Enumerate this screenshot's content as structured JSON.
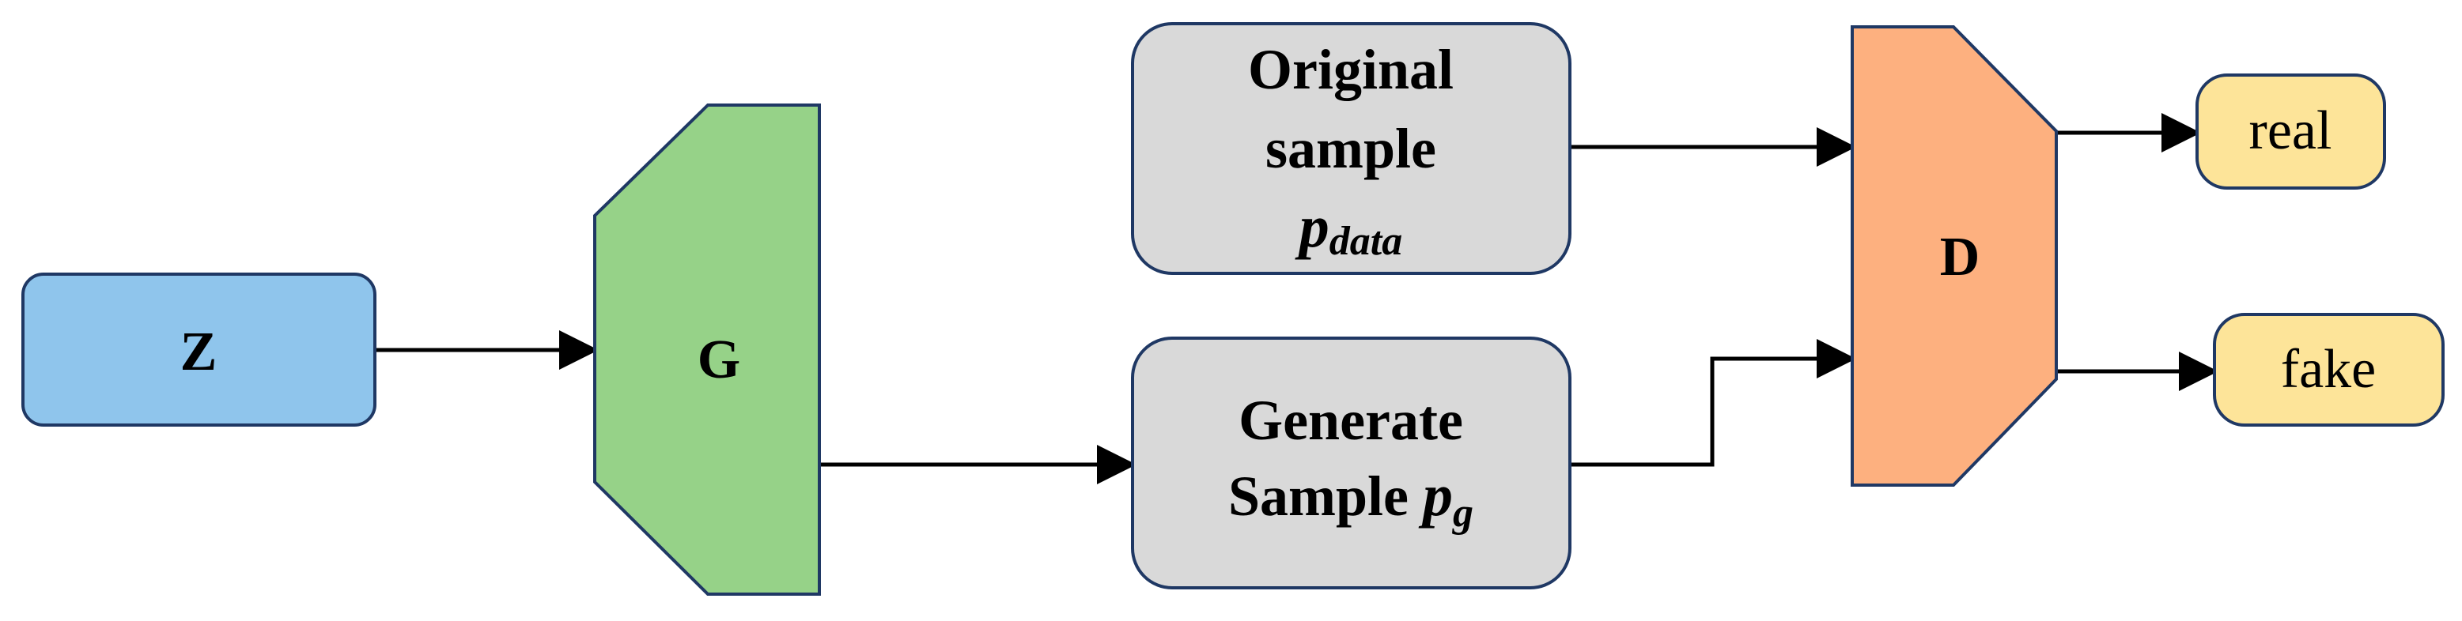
{
  "nodes": {
    "z": {
      "label": "Z",
      "color": "#8fc5ec"
    },
    "generator": {
      "label": "G",
      "color": "#96d288"
    },
    "original_sample": {
      "line1": "Original",
      "line2": "sample",
      "math_main": "p",
      "math_sub": "data",
      "color": "#d9d9d9"
    },
    "generated_sample": {
      "line1": "Generate",
      "line2": "Sample",
      "math_main": "p",
      "math_sub": "g",
      "color": "#d9d9d9"
    },
    "discriminator": {
      "label": "D",
      "color": "#fdb07f"
    },
    "real": {
      "label": "real",
      "color": "#fde499"
    },
    "fake": {
      "label": "fake",
      "color": "#fde499"
    }
  },
  "colors": {
    "stroke": "#1f3864",
    "arrow": "#000000"
  }
}
